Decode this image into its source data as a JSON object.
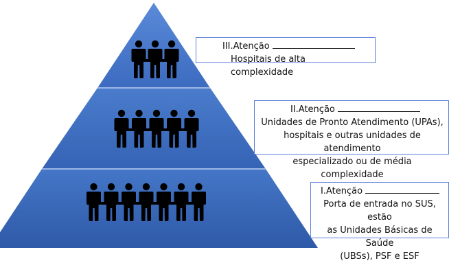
{
  "levels": [
    {
      "heading": "I.Atenção",
      "description": [
        "Porta de entrada no SUS, estão",
        "as Unidades Básicas de Saúde",
        "(UBSs), PSF e ESF"
      ],
      "people_count": 7,
      "icon": "people-group-icon"
    },
    {
      "heading": "II.Atenção",
      "description": [
        "Unidades de Pronto Atendimento (UPAs),",
        "hospitais e outras unidades de atendimento",
        "especializado ou de média complexidade"
      ],
      "people_count": 5,
      "icon": "people-group-icon"
    },
    {
      "heading": "III.Atenção",
      "description": [
        "Hospitais de alta complexidade"
      ],
      "people_count": 3,
      "icon": "people-group-icon"
    }
  ],
  "colors": {
    "pyramid_top": "#4f7fd0",
    "pyramid_bottom": "#2c5aa9",
    "separator": "#9db7e6",
    "person": "#000000",
    "box_border": "#5b7fd6"
  }
}
